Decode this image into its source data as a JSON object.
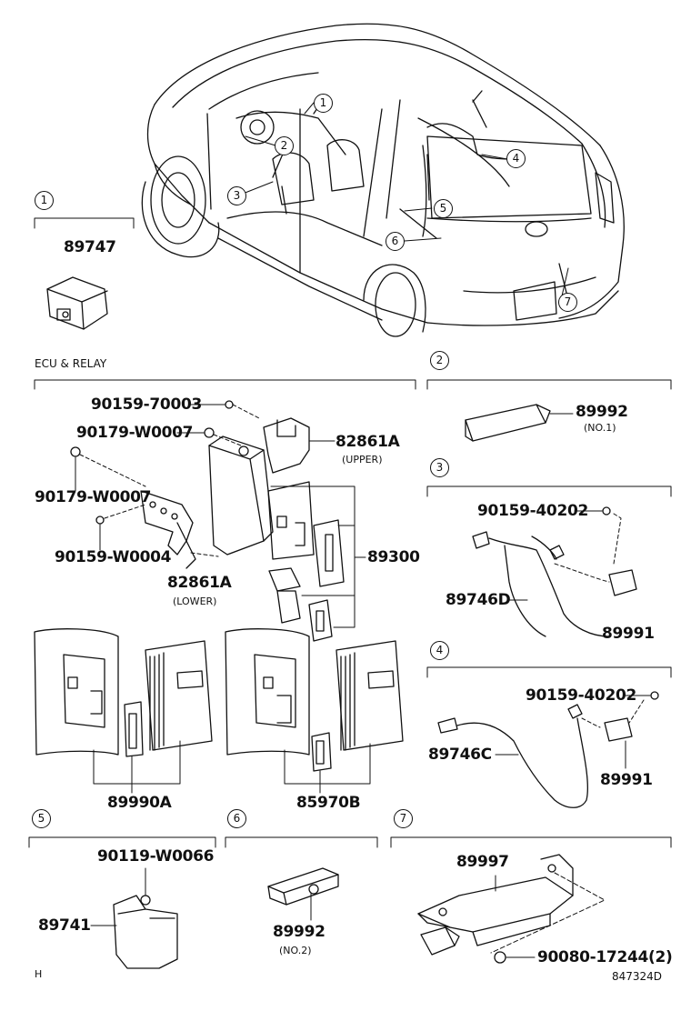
{
  "callouts": [
    "1",
    "2",
    "3",
    "4",
    "5",
    "6",
    "7"
  ],
  "sections": {
    "s1": {
      "num": "1",
      "part": "89747"
    },
    "ecu": {
      "title": "ECU & RELAY",
      "bolt_70003": "90159-70003",
      "nut_w0007_upper": "90179-W0007",
      "bracket_upper": "82861A",
      "bracket_upper_note": "(UPPER)",
      "nut_w0007_left": "90179-W0007",
      "bolt_w0004": "90159-W0004",
      "bracket_lower": "82861A",
      "bracket_lower_note": "(LOWER)",
      "ecu_set": "89300",
      "card_kit_a": "89990A",
      "card_kit_b": "85970B"
    },
    "s2": {
      "num": "2",
      "part": "89992",
      "note": "(NO.1)"
    },
    "s3": {
      "num": "3",
      "bolt": "90159-40202",
      "harness": "89746D",
      "antenna": "89991"
    },
    "s4": {
      "num": "4",
      "bolt": "90159-40202",
      "harness": "89746C",
      "antenna": "89991"
    },
    "s5": {
      "num": "5",
      "bolt": "90119-W0066",
      "part": "89741"
    },
    "s6": {
      "num": "6",
      "part": "89992",
      "note": "(NO.2)"
    },
    "s7": {
      "num": "7",
      "part": "89997",
      "nut": "90080-17244(2)"
    }
  },
  "footer": {
    "left": "H",
    "right": "847324D"
  }
}
